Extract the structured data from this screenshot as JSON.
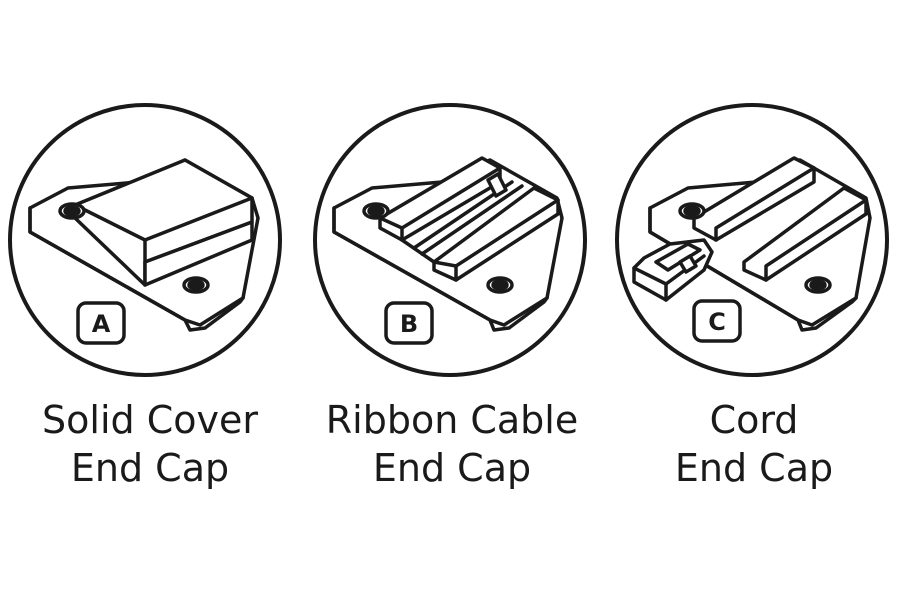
{
  "items": [
    {
      "badge": "A",
      "caption_line1": "Solid Cover",
      "caption_line2": "End Cap"
    },
    {
      "badge": "B",
      "caption_line1": "Ribbon Cable",
      "caption_line2": "End Cap"
    },
    {
      "badge": "C",
      "caption_line1": "Cord",
      "caption_line2": "End Cap"
    }
  ],
  "colors": {
    "stroke": "#1a1a1a",
    "fill": "#ffffff"
  }
}
